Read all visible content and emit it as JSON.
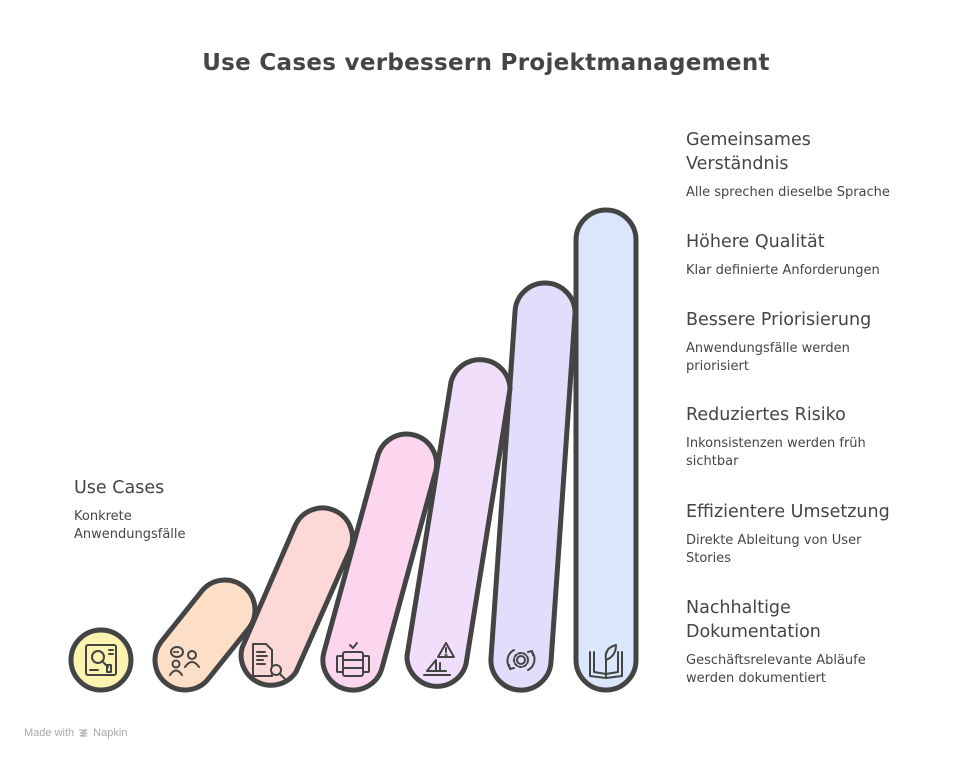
{
  "title": "Use Cases verbessern Projektmanagement",
  "start": {
    "heading": "Use Cases",
    "description": "Konkrete Anwendungsfälle"
  },
  "steps": [
    {
      "heading": "Gemeinsames Verständnis",
      "description": "Alle sprechen dieselbe Sprache",
      "icon": "book-leaf-icon",
      "color": "#DAE6FB"
    },
    {
      "heading": "Höhere Qualität",
      "description": "Klar definierte Anforderungen",
      "icon": "gear-cycle-icon",
      "color": "#E3DDFB"
    },
    {
      "heading": "Bessere Priorisierung",
      "description": "Anwendungsfälle werden priorisiert",
      "icon": "warning-ship-icon",
      "color": "#F0DEFB"
    },
    {
      "heading": "Reduziertes Risiko",
      "description": "Inkonsistenzen werden früh sichtbar",
      "icon": "database-check-icon",
      "color": "#FBD6EE"
    },
    {
      "heading": "Effizientere Umsetzung",
      "description": "Direkte Ableitung von User Stories",
      "icon": "document-search-icon",
      "color": "#FCD8D6"
    },
    {
      "heading": "Nachhaltige Dokumentation",
      "description": "Geschäftsrelevante Abläufe werden dokumentiert",
      "icon": "users-chat-icon",
      "color": "#FDDFC8"
    }
  ],
  "start_color": "#FDF3B0",
  "stroke_color": "#444444",
  "footer": {
    "made_with": "Made with",
    "brand": "Napkin"
  }
}
